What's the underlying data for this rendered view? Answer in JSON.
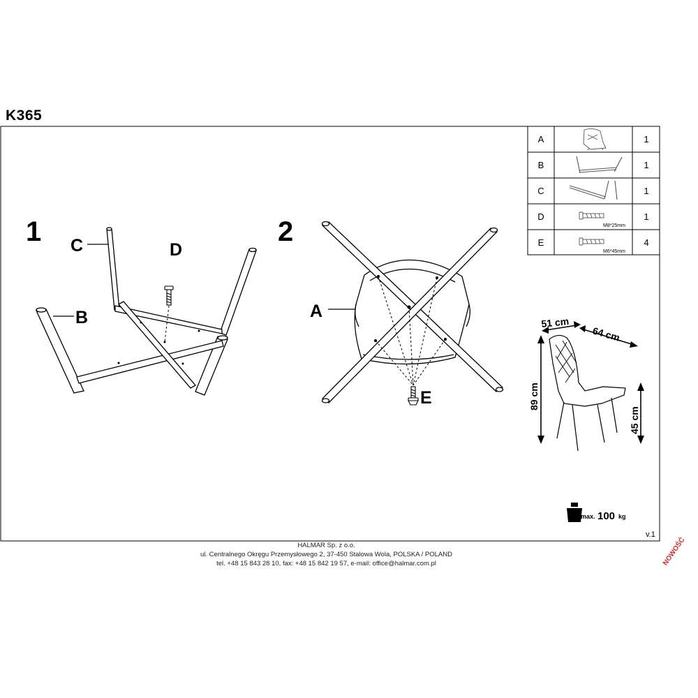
{
  "header": {
    "code": "K365"
  },
  "steps": [
    {
      "number": "1",
      "labels": {
        "c": "C",
        "d": "D",
        "b": "B"
      }
    },
    {
      "number": "2",
      "labels": {
        "a": "A",
        "e": "E"
      }
    }
  ],
  "parts": [
    {
      "letter": "A",
      "icon": "seat-icon",
      "qty": "1",
      "size": ""
    },
    {
      "letter": "B",
      "icon": "front-leg-frame-icon",
      "qty": "1",
      "size": ""
    },
    {
      "letter": "C",
      "icon": "rear-leg-frame-icon",
      "qty": "1",
      "size": ""
    },
    {
      "letter": "D",
      "icon": "bolt-icon",
      "qty": "1",
      "size": "M8*25mm"
    },
    {
      "letter": "E",
      "icon": "bolt-icon",
      "qty": "4",
      "size": "M6*45mm"
    }
  ],
  "dimensions": {
    "depth": "51 cm",
    "width": "64 cm",
    "height": "89 cm",
    "seat_height": "45 cm"
  },
  "load": {
    "prefix": "max.",
    "value": "100",
    "unit": "kg"
  },
  "version": "v.1",
  "footer": {
    "company": "HALMAR Sp. z o.o.",
    "address": "ul. Centralnego Okręgu Przemysłowego 2, 37-450 Stalowa Wola, POLSKA / POLAND",
    "contact": "tel. +48 15 843 28 10, fax: +48 15 842 19 57, e-mail: office@halmar.com.pl"
  },
  "badge": "NOWOŚĆ",
  "colors": {
    "ink": "#000000",
    "badge": "#d12a2a",
    "paper": "#ffffff"
  }
}
